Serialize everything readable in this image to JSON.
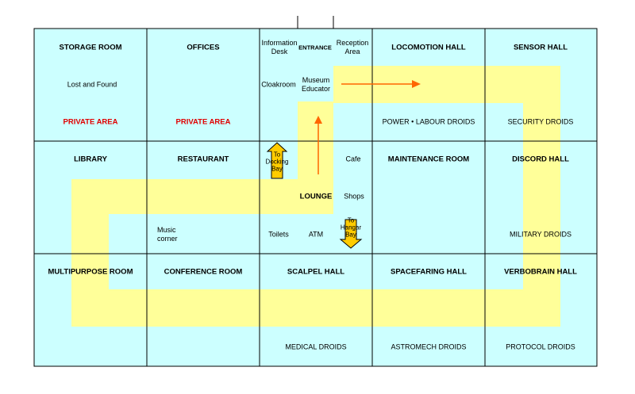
{
  "colors": {
    "room_fill": "#ccffff",
    "path": "#ffff99",
    "arrow_line": "#ff6600",
    "arrow_box": "#ffcc00",
    "private": "#e00000"
  },
  "rooms": {
    "storage_room": "STORAGE ROOM",
    "offices": "OFFICES",
    "information_desk": "Information Desk",
    "entrance": "ENTRANCE",
    "reception_area": "Reception Area",
    "locomotion_hall": "LOCOMOTION HALL",
    "sensor_hall": "SENSOR HALL",
    "lost_and_found": "Lost and Found",
    "cloakroom": "Cloakroom",
    "museum_educator": "Museum Educator",
    "private_area_1": "PRIVATE AREA",
    "private_area_2": "PRIVATE AREA",
    "power_labour_droids": "POWER • LABOUR DROIDS",
    "security_droids": "SECURITY DROIDS",
    "library": "LIBRARY",
    "restaurant": "RESTAURANT",
    "to_docking_bay": "To Docking Bay",
    "cafe": "Cafe",
    "maintenance_room": "MAINTENANCE ROOM",
    "discord_hall": "DISCORD HALL",
    "lounge": "LOUNGE",
    "shops": "Shops",
    "music_corner": "Music corner",
    "toilets": "Toilets",
    "atm": "ATM",
    "to_hangar_bay": "To Hangar Bay",
    "military_droids": "MILITARY DROIDS",
    "multipurpose_room": "MULTIPURPOSE ROOM",
    "conference_room": "CONFERENCE ROOM",
    "scalpel_hall": "SCALPEL HALL",
    "spacefaring_hall": "SPACEFARING HALL",
    "verbobrain_hall": "VERBOBRAIN HALL",
    "medical_droids": "MEDICAL DROIDS",
    "astromech_droids": "ASTROMECH DROIDS",
    "protocol_droids": "PROTOCOL DROIDS"
  }
}
